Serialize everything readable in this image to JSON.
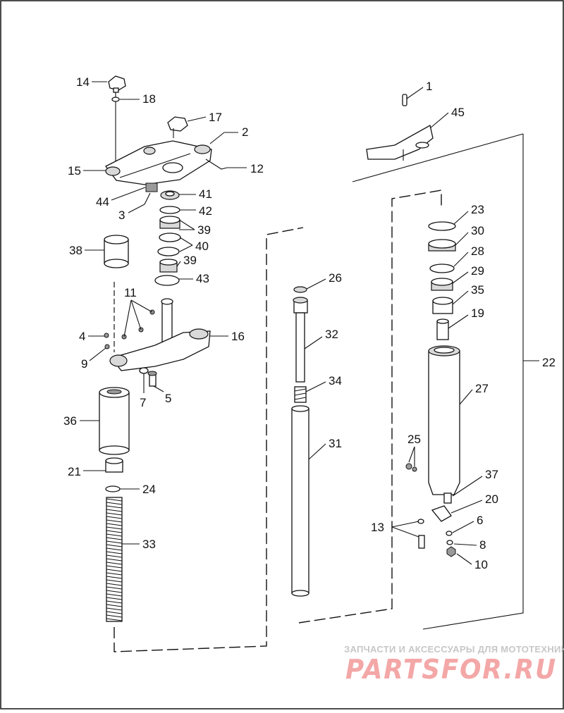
{
  "diagram": {
    "callouts": {
      "c1": "1",
      "c2": "2",
      "c3": "3",
      "c4": "4",
      "c5": "5",
      "c6": "6",
      "c7": "7",
      "c8": "8",
      "c9": "9",
      "c10": "10",
      "c11": "11",
      "c12": "12",
      "c13": "13",
      "c14": "14",
      "c15": "15",
      "c16": "16",
      "c17": "17",
      "c18": "18",
      "c19": "19",
      "c20": "20",
      "c21": "21",
      "c22": "22",
      "c23": "23",
      "c24": "24",
      "c25": "25",
      "c26": "26",
      "c27": "27",
      "c28": "28",
      "c29": "29",
      "c30": "30",
      "c31": "31",
      "c32": "32",
      "c33": "33",
      "c34": "34",
      "c35": "35",
      "c36": "36",
      "c37": "37",
      "c38": "38",
      "c39a": "39",
      "c39b": "39",
      "c40": "40",
      "c41": "41",
      "c42": "42",
      "c43": "43",
      "c44": "44",
      "c45": "45"
    }
  },
  "watermark": {
    "tagline": "ЗАПЧАСТИ И АКСЕССУАРЫ ДЛЯ МОТОТЕХНИКИ",
    "logo": "PARTSFOR.RU"
  },
  "colors": {
    "line": "#111111",
    "watermark_logo": "#f4a7a7",
    "watermark_text": "#c7c7c7"
  }
}
